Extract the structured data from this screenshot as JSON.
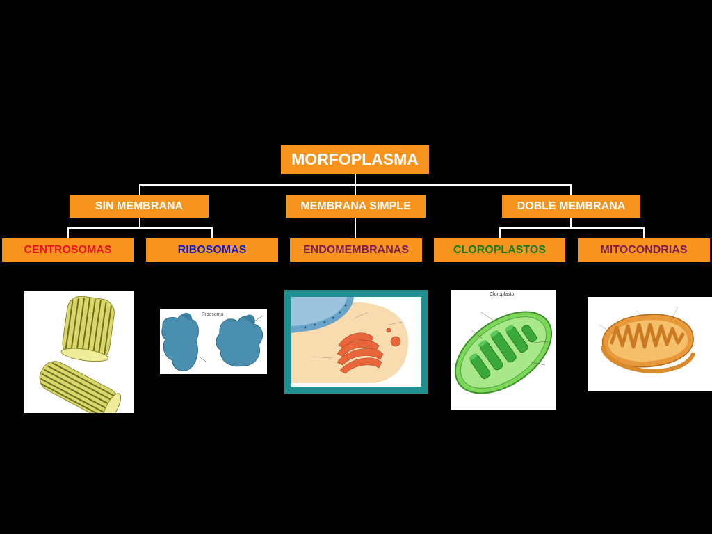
{
  "root": {
    "label": "MORFOPLASMA"
  },
  "categories": {
    "sin": {
      "label": "SIN MEMBRANA"
    },
    "simple": {
      "label": "MEMBRANA SIMPLE"
    },
    "doble": {
      "label": "DOBLE MEMBRANA"
    }
  },
  "organelles": {
    "centrosomas": {
      "label": "CENTROSOMAS",
      "color": "#e8141c"
    },
    "ribosomas": {
      "label": "RIBOSOMAS",
      "color": "#1a1ab8"
    },
    "endomembranas": {
      "label": "ENDOMEMBRANAS",
      "color": "#7a1e4a"
    },
    "cloroplastos": {
      "label": "CLOROPLASTOS",
      "color": "#1a7a1a"
    },
    "mitocondrias": {
      "label": "MITOCONDRIAS",
      "color": "#7a1e4a"
    }
  },
  "colors": {
    "box": "#f7941d",
    "lines": "#ffffff",
    "background": "#000000",
    "frame": "#1f8f8f"
  },
  "images": {
    "ribosome_title": "Ribosoma",
    "chloroplast_title": "Cloroplasto"
  }
}
